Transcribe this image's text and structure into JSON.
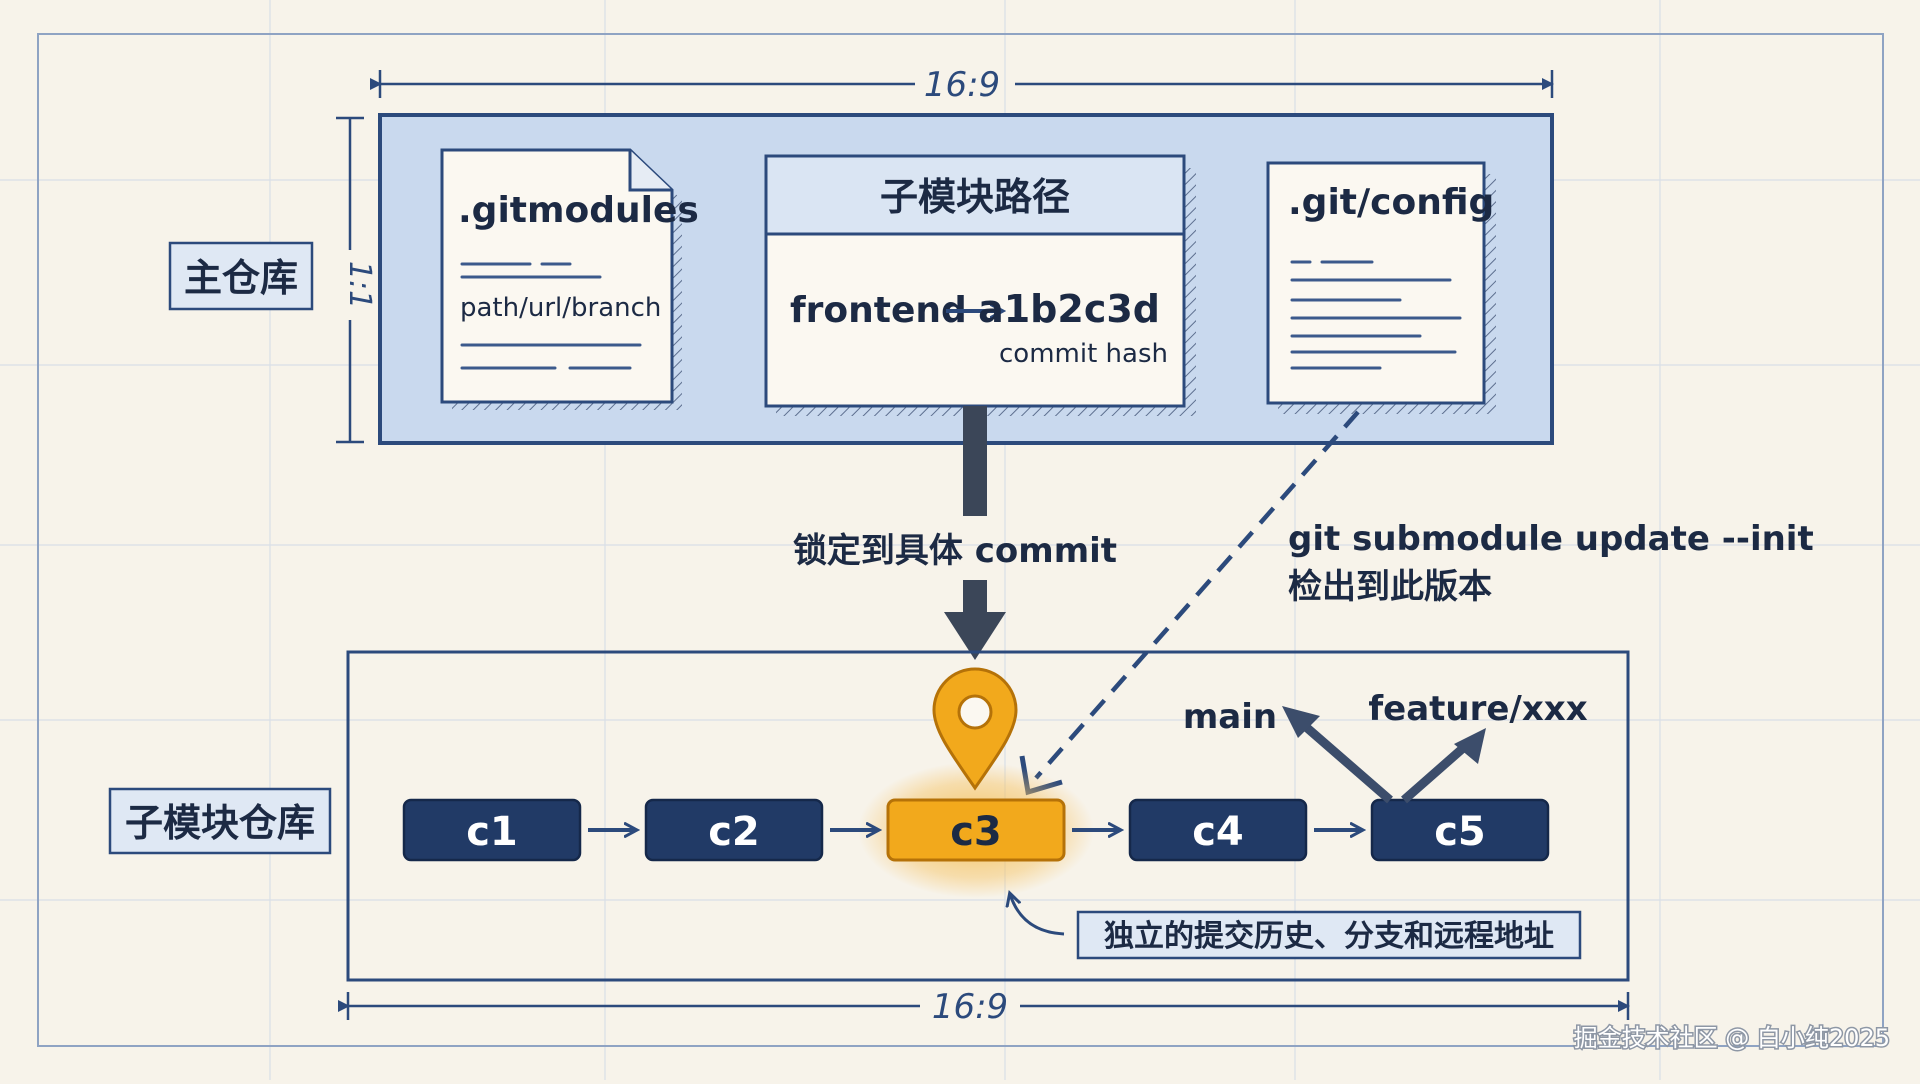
{
  "diagram": {
    "dimension_top": "16:9",
    "dimension_bottom": "16:9",
    "dimension_side": "1:1",
    "main_repo": {
      "label": "主仓库",
      "gitmodules": {
        "title": ".gitmodules",
        "content": "path/url/branch"
      },
      "submodule_path": {
        "title": "子模块路径",
        "name": "frontend",
        "hash": "a1b2c3d",
        "hash_caption": "commit hash"
      },
      "git_config": {
        "title": ".git/config"
      }
    },
    "lock_label": "锁定到具体 commit",
    "update_label_line1": "git submodule update --init",
    "update_label_line2": "检出到此版本",
    "submodule_repo": {
      "label": "子模块仓库",
      "commits": [
        "c1",
        "c2",
        "c3",
        "c4",
        "c5"
      ],
      "branch_main": "main",
      "branch_feature": "feature/xxx",
      "note": "独立的提交历史、分支和远程地址"
    },
    "colors": {
      "ink": "#2c4a7c",
      "main_panel": "#c9d9ee",
      "commit": "#213a66",
      "highlight": "#f2a91c"
    },
    "watermark": "掘金技术社区 @ 白小纯2025"
  }
}
